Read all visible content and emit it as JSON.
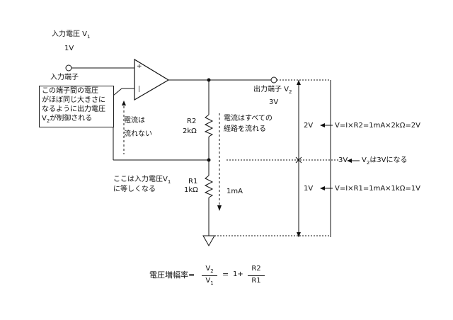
{
  "labels": {
    "input_voltage": "入力電圧 V",
    "input_voltage_sub": "1",
    "input_value": "1V",
    "input_terminal": "入力端子",
    "plus_sign": "+",
    "minus_sign": "|",
    "output_terminal": "出力端子 V",
    "output_terminal_sub": "2",
    "output_value": "3V",
    "note_box": [
      "この端子間の電圧",
      "がほぼ同じ大きさに",
      "なるように出力電圧",
      "V",
      "が制御される"
    ],
    "note_box_sub": "2",
    "no_current_1": "電流は",
    "no_current_2": "流れない",
    "all_current_1": "電流はすべての",
    "all_current_2": "経路を流れる",
    "r2_name": "R2",
    "r2_value": "2kΩ",
    "r1_name": "R1",
    "r1_value": "1kΩ",
    "current_value": "1mA",
    "equal_input_1": "ここは入力電圧V",
    "equal_input_sub": "1",
    "equal_input_2": "に等しくなる",
    "v_2v": "2V",
    "v_3v": "3V",
    "v_1v": "1V",
    "eq_r2": "V=I×R2=1mA×2kΩ=2V",
    "eq_v2_is_3v": "V",
    "eq_v2_sub": "2",
    "eq_v2_tail": "は3Vになる",
    "eq_r1": "V=I×R1=1mA×1kΩ=1V"
  },
  "formula": {
    "lhs": "電圧増幅率=",
    "num1": "V",
    "num1_sub": "2",
    "den1": "V",
    "den1_sub": "1",
    "eq": "=",
    "one_plus": "1+",
    "num2": "R2",
    "den2": "R1"
  }
}
